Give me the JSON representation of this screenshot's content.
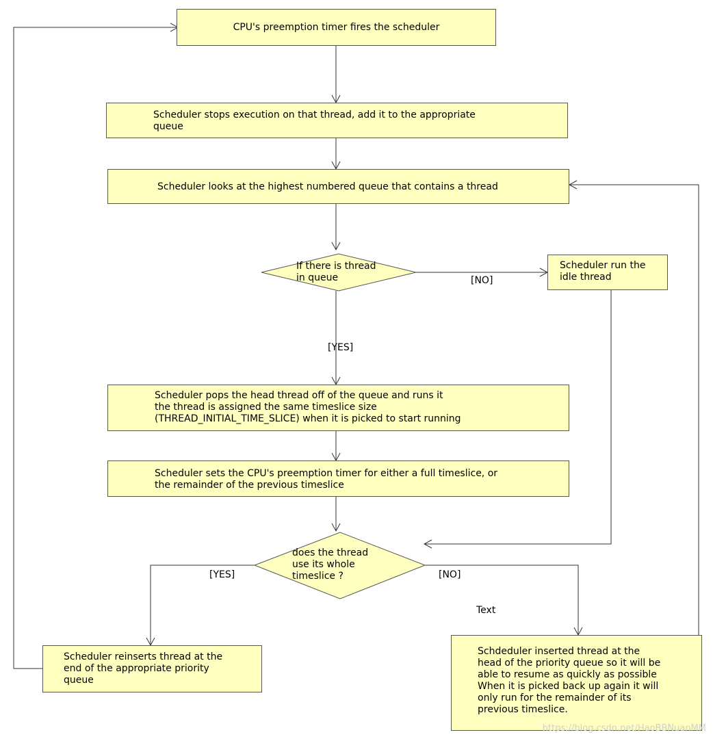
{
  "nodes": {
    "timer_fires": "CPU's preemption timer fires the scheduler",
    "stop_exec": "Scheduler stops execution on that thread, add it to the appropriate\nqueue",
    "look_queue": "Scheduler looks at the highest numbered queue that contains a thread",
    "if_thread": "If there is thread\nin queue",
    "idle": "Scheduler run the\nidle thread",
    "pop_head": "Scheduler pops the head thread off of the queue and runs it\nthe thread is assigned the same timeslice size\n(THREAD_INITIAL_TIME_SLICE) when it is picked to start running",
    "set_timer": "Scheduler sets the CPU's preemption timer for either a full timeslice, or\nthe remainder of the previous timeslice",
    "whole_slice": "does the thread\nuse its whole\ntimeslice ?",
    "reinsert_end": "Scheduler reinserts thread at the\nend of the appropriate priority\nqueue",
    "insert_head": "Schdeduler inserted thread at the\nhead of the priority queue so it will be\nable to resume as quickly as possible\nWhen it is picked back up again it will\nonly run for the remainder of its\nprevious timeslice."
  },
  "labels": {
    "no_1": "[NO]",
    "yes_1": "[YES]",
    "yes_2": "[YES]",
    "no_2": "[NO]",
    "text": "Text"
  },
  "watermark": "https://blog.csdn.net/HaoBBNuanMM",
  "colors": {
    "box_fill": "#ffffc0",
    "box_border": "#555555",
    "line": "#333333"
  }
}
